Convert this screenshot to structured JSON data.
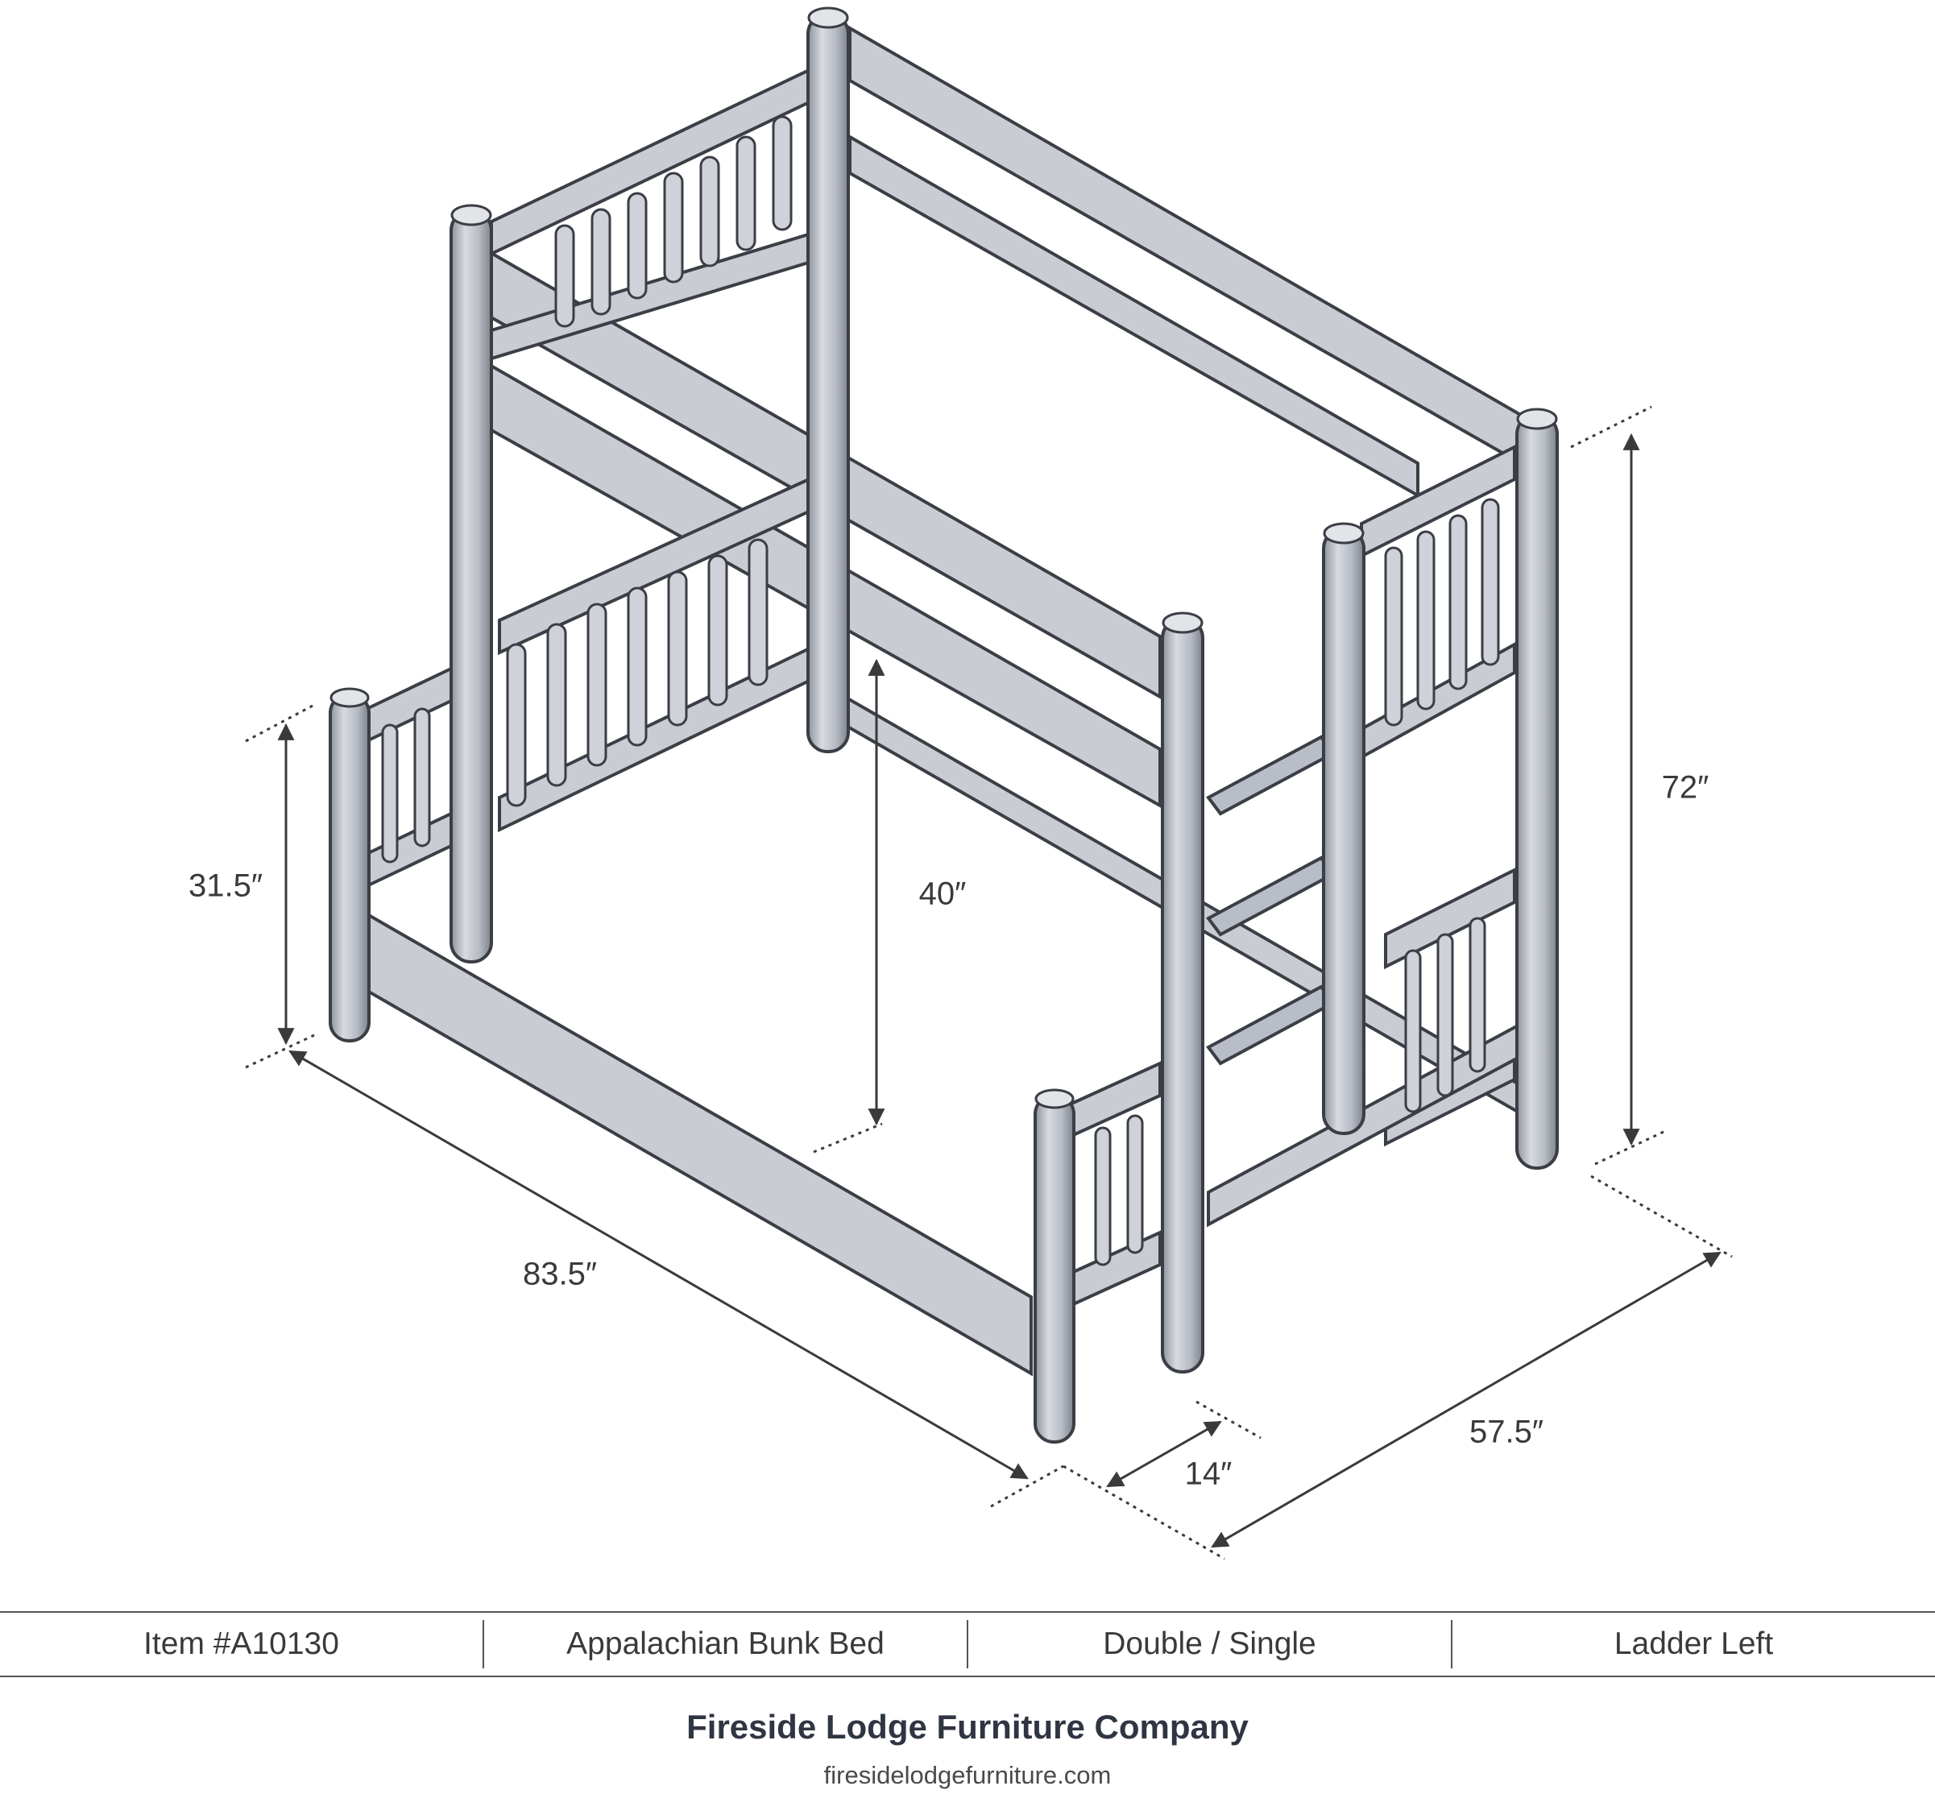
{
  "dimensions": {
    "height_total": "72″",
    "height_lower": "31.5″",
    "clearance": "40″",
    "length": "83.5″",
    "width_total": "57.5″",
    "ladder_offset": "14″"
  },
  "info_bar": {
    "item": "Item #A10130",
    "name": "Appalachian Bunk Bed",
    "size": "Double / Single",
    "ladder": "Ladder Left"
  },
  "footer": {
    "company": "Fireside Lodge Furniture Company",
    "website": "firesidelodgefurniture.com"
  },
  "colors": {
    "wood_fill": "#c9ccd3",
    "outline": "#3b3e45",
    "dim_line": "#3a3a3a"
  }
}
